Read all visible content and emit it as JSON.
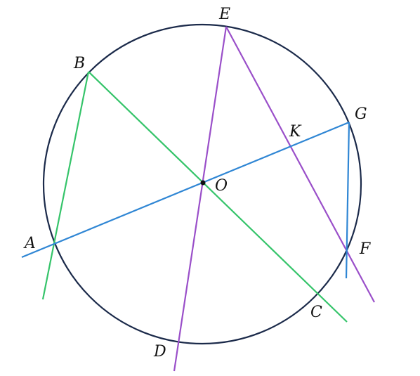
{
  "colors": {
    "circle": "#1b2a4a",
    "green": "#35c46a",
    "purple": "#9a4fc9",
    "blue": "#2f86d4",
    "point": "#111111"
  },
  "labels": {
    "A": "A",
    "B": "B",
    "C": "C",
    "D": "D",
    "E": "E",
    "F": "F",
    "G": "G",
    "K": "K",
    "O": "O"
  }
}
